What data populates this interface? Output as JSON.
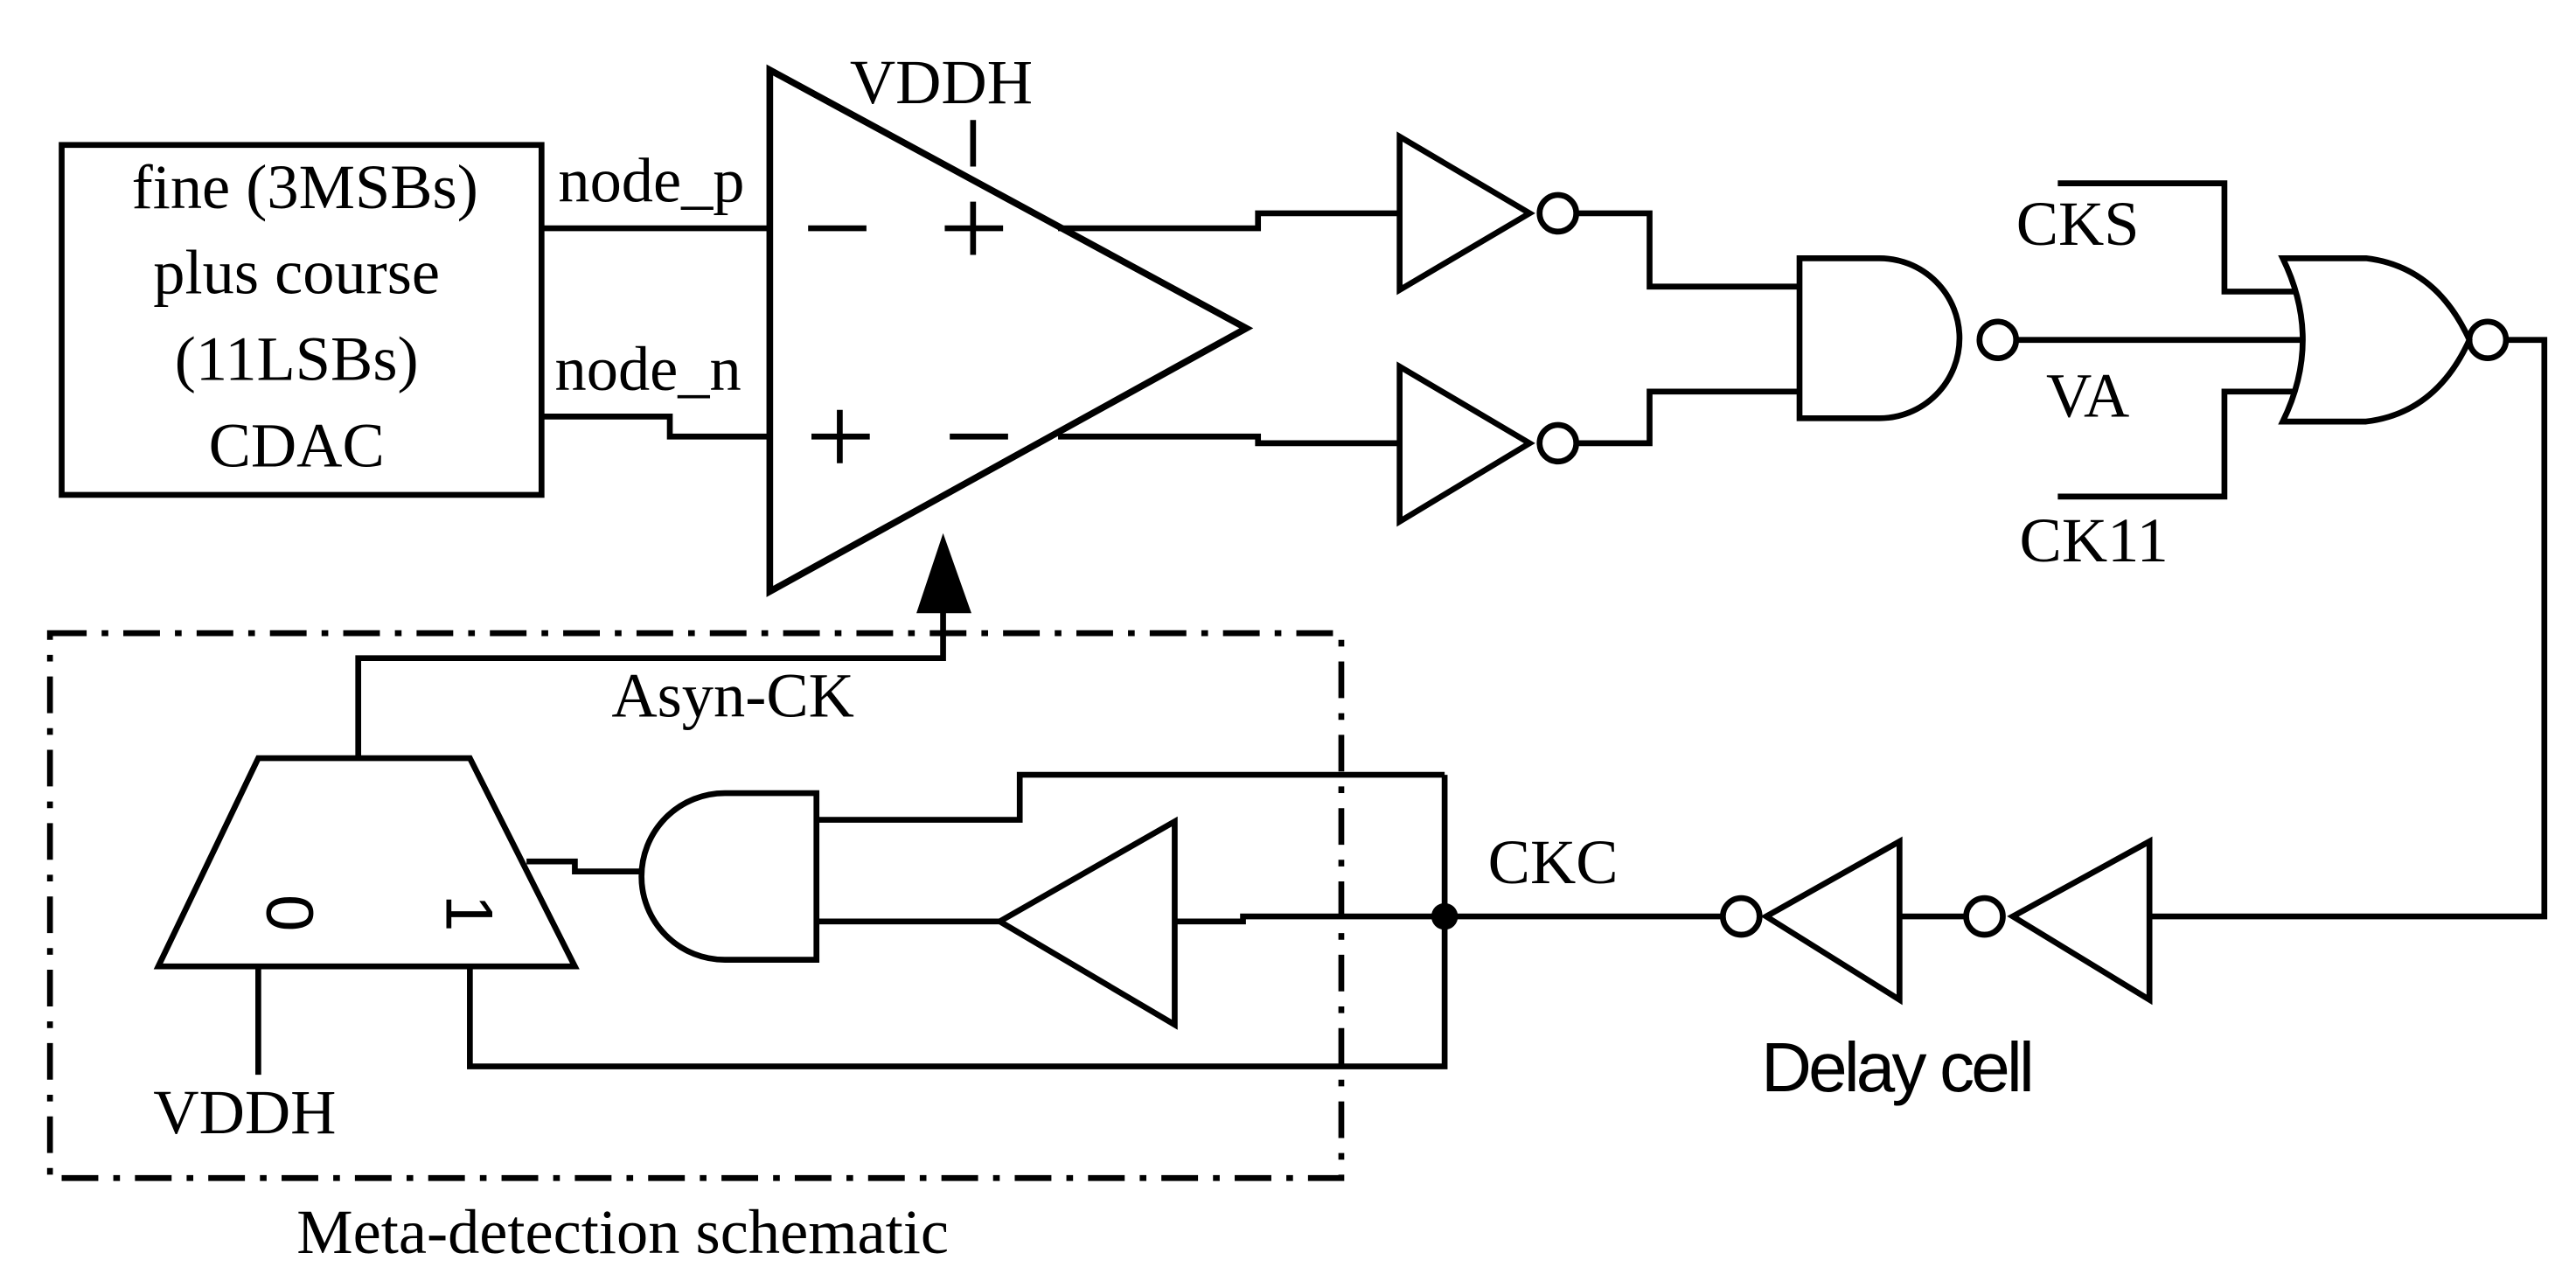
{
  "cdac": {
    "lines": [
      "fine (3MSBs)",
      "plus course",
      "(11LSBs)",
      "CDAC"
    ]
  },
  "comparator": {
    "supply": "VDDH",
    "plus_symbol": "+",
    "minus_symbol": "−"
  },
  "nets": {
    "node_p": "node_p",
    "node_n": "node_n",
    "cks": "CKS",
    "va": "VA",
    "ck11": "CK11",
    "ckc": "CKC",
    "asyn_ck": "Asyn-CK"
  },
  "mux": {
    "input0": "0",
    "input1": "1",
    "tie_label": "VDDH"
  },
  "blocks": {
    "delay_cell": "Delay cell",
    "meta_detection": "Meta-detection schematic"
  }
}
